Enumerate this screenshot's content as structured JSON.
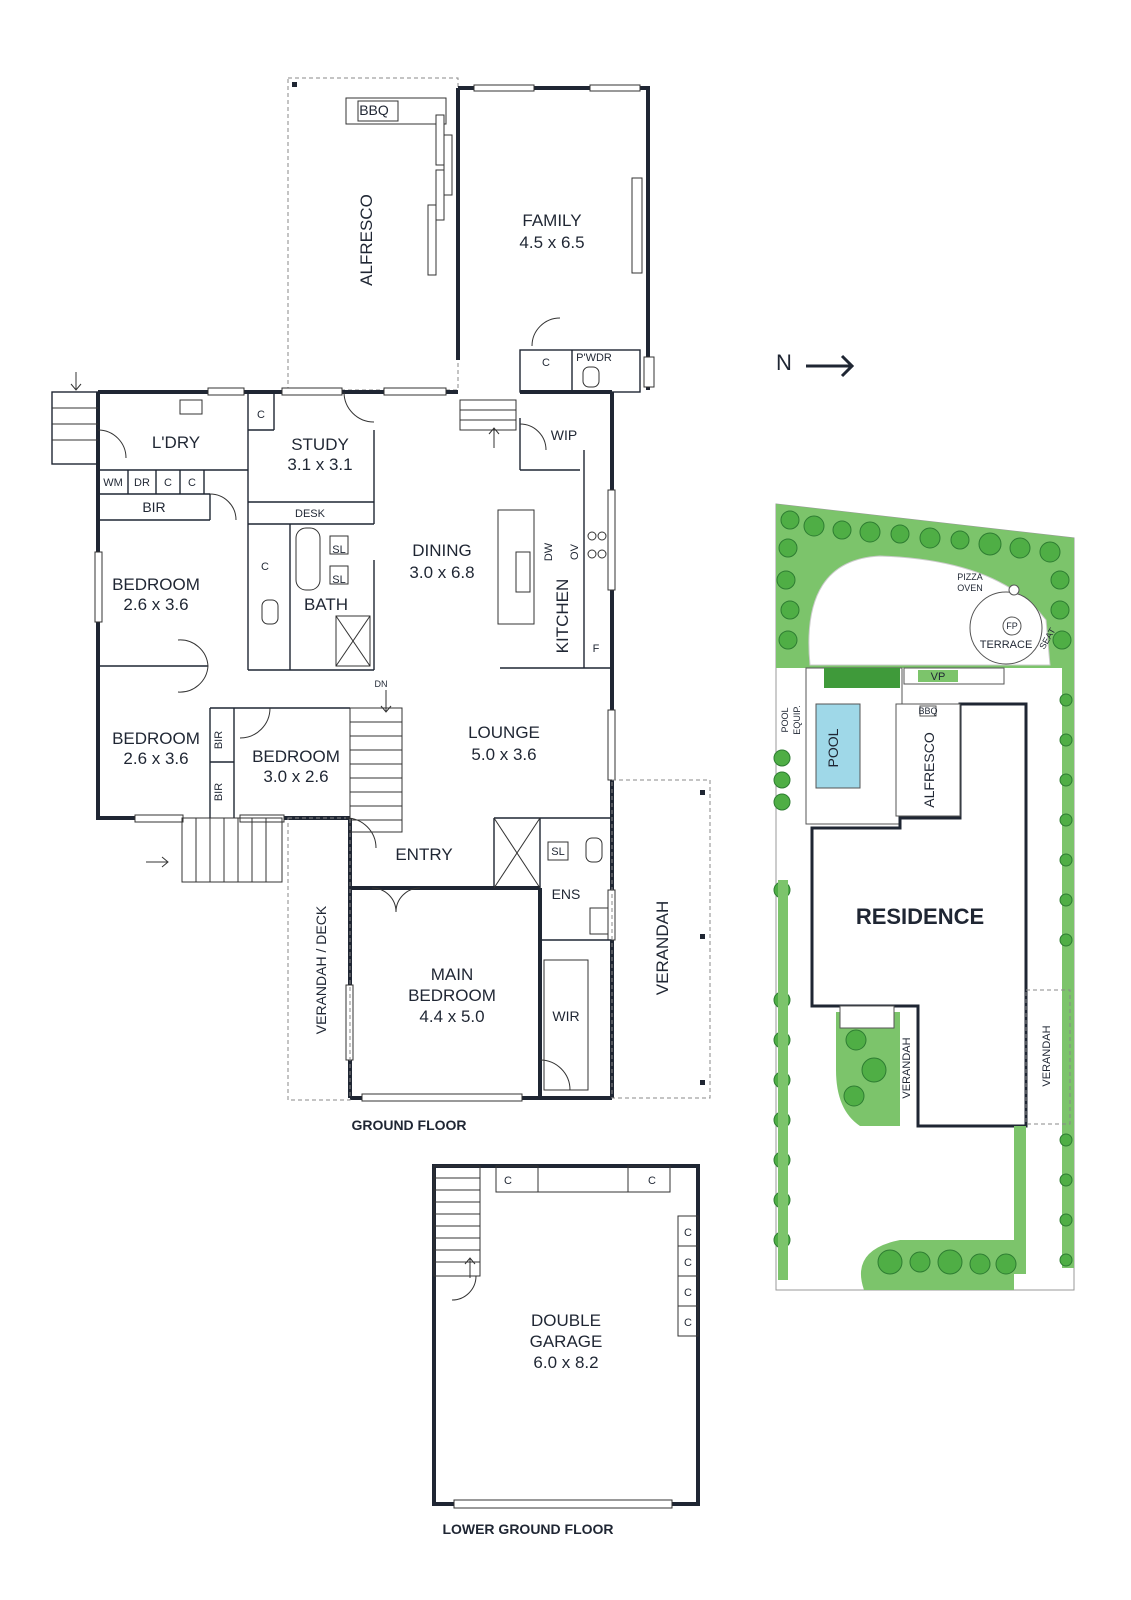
{
  "colors": {
    "ink": "#1f2633",
    "garden": "#7cc46b",
    "pool": "#9fd8e8"
  },
  "compass": {
    "label": "N",
    "icon": "arrow-right-icon"
  },
  "ground_floor": {
    "title": "GROUND FLOOR",
    "rooms": {
      "alfresco": "ALFRESCO",
      "bbq": "BBQ",
      "family_name": "FAMILY",
      "family_dim": "4.5 x 6.5",
      "pwdr": "P'WDR",
      "c": "C",
      "laundry": "L'DRY",
      "wm": "WM",
      "dr": "DR",
      "bir": "BIR",
      "study_name": "STUDY",
      "study_dim": "3.1 x 3.1",
      "desk": "DESK",
      "wip": "WIP",
      "bed1_name": "BEDROOM",
      "bed1_dim": "2.6 x 3.6",
      "bath": "BATH",
      "sl": "SL",
      "dining_name": "DINING",
      "dining_dim": "3.0 x 6.8",
      "dw": "DW",
      "ov": "OV",
      "kitchen": "KITCHEN",
      "f": "F",
      "bed2_name": "BEDROOM",
      "bed2_dim": "2.6 x 3.6",
      "bed3_name": "BEDROOM",
      "bed3_dim": "3.0 x 2.6",
      "dn": "DN",
      "lounge_name": "LOUNGE",
      "lounge_dim": "5.0 x 3.6",
      "entry": "ENTRY",
      "ens": "ENS",
      "main_name": "MAIN",
      "main_name2": "BEDROOM",
      "main_dim": "4.4 x 5.0",
      "wir": "WIR",
      "verandah_deck": "VERANDAH / DECK",
      "verandah": "VERANDAH"
    }
  },
  "lower_ground_floor": {
    "title": "LOWER GROUND FLOOR",
    "garage_l1": "DOUBLE",
    "garage_l2": "GARAGE",
    "garage_dim": "6.0 x 8.2",
    "c": "C"
  },
  "site": {
    "residence": "RESIDENCE",
    "pool": "POOL",
    "pool_equip_1": "POOL",
    "pool_equip_2": "EQUIP.",
    "alfresco": "ALFRESCO",
    "bbq": "BBQ",
    "vp": "VP",
    "pizza_1": "PIZZA",
    "pizza_2": "OVEN",
    "fp": "FP",
    "terrace": "TERRACE",
    "seat": "SEAT",
    "verandah": "VERANDAH"
  }
}
